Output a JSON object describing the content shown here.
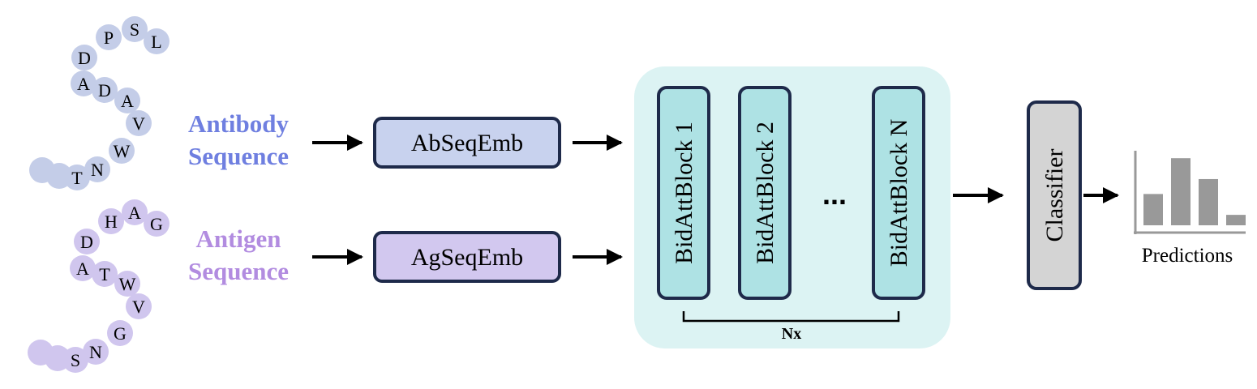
{
  "colors": {
    "antibody_label": "#6f7fe0",
    "antigen_label": "#b28ce0",
    "antibody_residue": "#c4cde8",
    "antigen_residue": "#d0c6ee",
    "ab_emb_fill": "#c8d2ee",
    "ag_emb_fill": "#d2c8ef",
    "box_border": "#1e2a4a",
    "block_panel": "#dcf3f3",
    "block_fill": "#aee2e4",
    "classifier_fill": "#d4d4d4",
    "bar": "#999999"
  },
  "antibody": {
    "label_line1": "Antibody",
    "label_line2": "Sequence",
    "residues": [
      "",
      "",
      "T",
      "N",
      "W",
      "V",
      "A",
      "D",
      "A",
      "D",
      "P",
      "S",
      "L"
    ]
  },
  "antigen": {
    "label_line1": "Antigen",
    "label_line2": "Sequence",
    "residues": [
      "",
      "",
      "S",
      "N",
      "G",
      "V",
      "W",
      "T",
      "A",
      "D",
      "H",
      "A",
      "G"
    ]
  },
  "embeddings": {
    "ab": "AbSeqEmb",
    "ag": "AgSeqEmb"
  },
  "blocks": {
    "items": [
      "BidAttBlock 1",
      "BidAttBlock 2",
      "BidAttBlock N"
    ],
    "ellipsis": "...",
    "repeat_label": "Nx"
  },
  "classifier": "Classifier",
  "predictions": {
    "label": "Predictions",
    "bars": [
      0.42,
      0.9,
      0.62,
      0.14
    ]
  }
}
